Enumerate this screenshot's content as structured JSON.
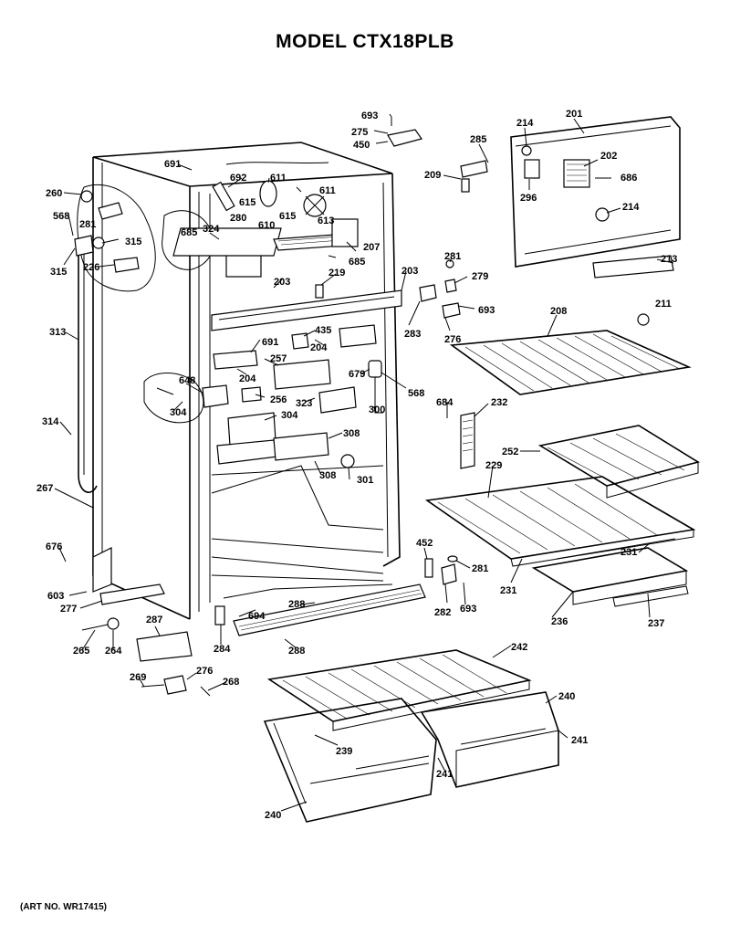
{
  "title": "MODEL CTX18PLB",
  "art_no": "(ART NO. WR17415)",
  "callouts": [
    "693",
    "275",
    "450",
    "285",
    "214",
    "201",
    "202",
    "686",
    "209",
    "296",
    "214",
    "691",
    "260",
    "692",
    "611",
    "611",
    "615",
    "615",
    "610",
    "613",
    "280",
    "281",
    "568",
    "685",
    "324",
    "207",
    "315",
    "226",
    "315",
    "685",
    "219",
    "203",
    "213",
    "281",
    "279",
    "203",
    "693",
    "211",
    "313",
    "208",
    "435",
    "691",
    "204",
    "283",
    "276",
    "257",
    "648",
    "679",
    "204",
    "568",
    "256",
    "323",
    "300",
    "684",
    "232",
    "304",
    "304",
    "308",
    "252",
    "229",
    "314",
    "308",
    "301",
    "267",
    "231",
    "676",
    "452",
    "281",
    "603",
    "231",
    "277",
    "694",
    "288",
    "282",
    "693",
    "236",
    "237",
    "287",
    "284",
    "288",
    "265",
    "264",
    "242",
    "269",
    "276",
    "268",
    "240",
    "239",
    "241",
    "241",
    "240"
  ]
}
